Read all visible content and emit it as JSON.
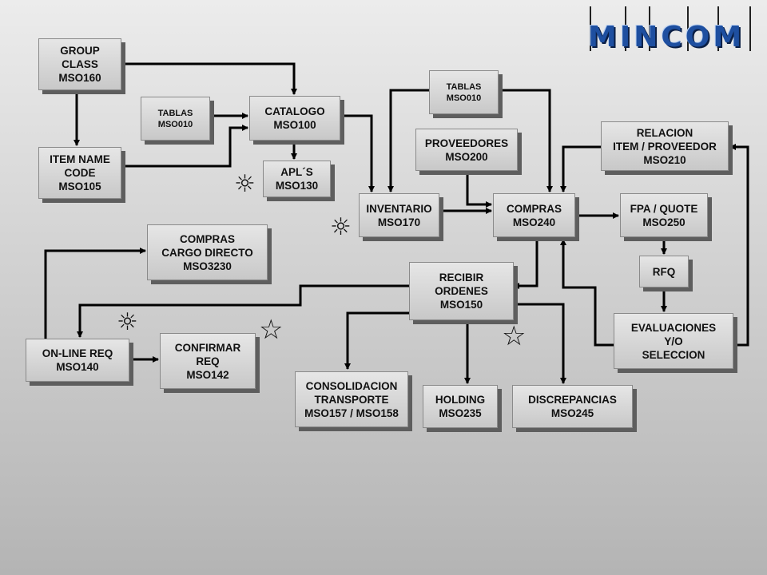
{
  "logo": {
    "text": "MINCOM",
    "color": "#1e4fa0"
  },
  "boxes": {
    "group_class": [
      "GROUP",
      "CLASS",
      "MSO160"
    ],
    "item_name_code": [
      "ITEM NAME",
      "CODE",
      "MSO105"
    ],
    "tablas_left": [
      "TABLAS",
      "MSO010"
    ],
    "catalogo": [
      "CATALOGO",
      "MSO100"
    ],
    "apls": [
      "APL´S",
      "MSO130"
    ],
    "tablas_right": [
      "TABLAS",
      "MSO010"
    ],
    "proveedores": [
      "PROVEEDORES",
      "MSO200"
    ],
    "relacion": [
      "RELACION",
      "ITEM / PROVEEDOR",
      "MSO210"
    ],
    "inventario": [
      "INVENTARIO",
      "MSO170"
    ],
    "compras": [
      "COMPRAS",
      "MSO240"
    ],
    "fpa_quote": [
      "FPA / QUOTE",
      "MSO250"
    ],
    "compras_cargo": [
      "COMPRAS",
      "CARGO DIRECTO",
      "MSO3230"
    ],
    "rfq": [
      "RFQ"
    ],
    "recibir": [
      "RECIBIR",
      "ORDENES",
      "MSO150"
    ],
    "evaluaciones": [
      "EVALUACIONES",
      "Y/O",
      "SELECCION"
    ],
    "online_req": [
      "ON-LINE REQ",
      "MSO140"
    ],
    "confirmar": [
      "CONFIRMAR",
      "REQ",
      "MSO142"
    ],
    "consolidacion": [
      "CONSOLIDACION",
      "TRANSPORTE",
      "MSO157 / MSO158"
    ],
    "holding": [
      "HOLDING",
      "MSO235"
    ],
    "discrepancias": [
      "DISCREPANCIAS",
      "MSO245"
    ]
  },
  "markers": {
    "sun_icon": "☼",
    "star_icon": "☆"
  }
}
